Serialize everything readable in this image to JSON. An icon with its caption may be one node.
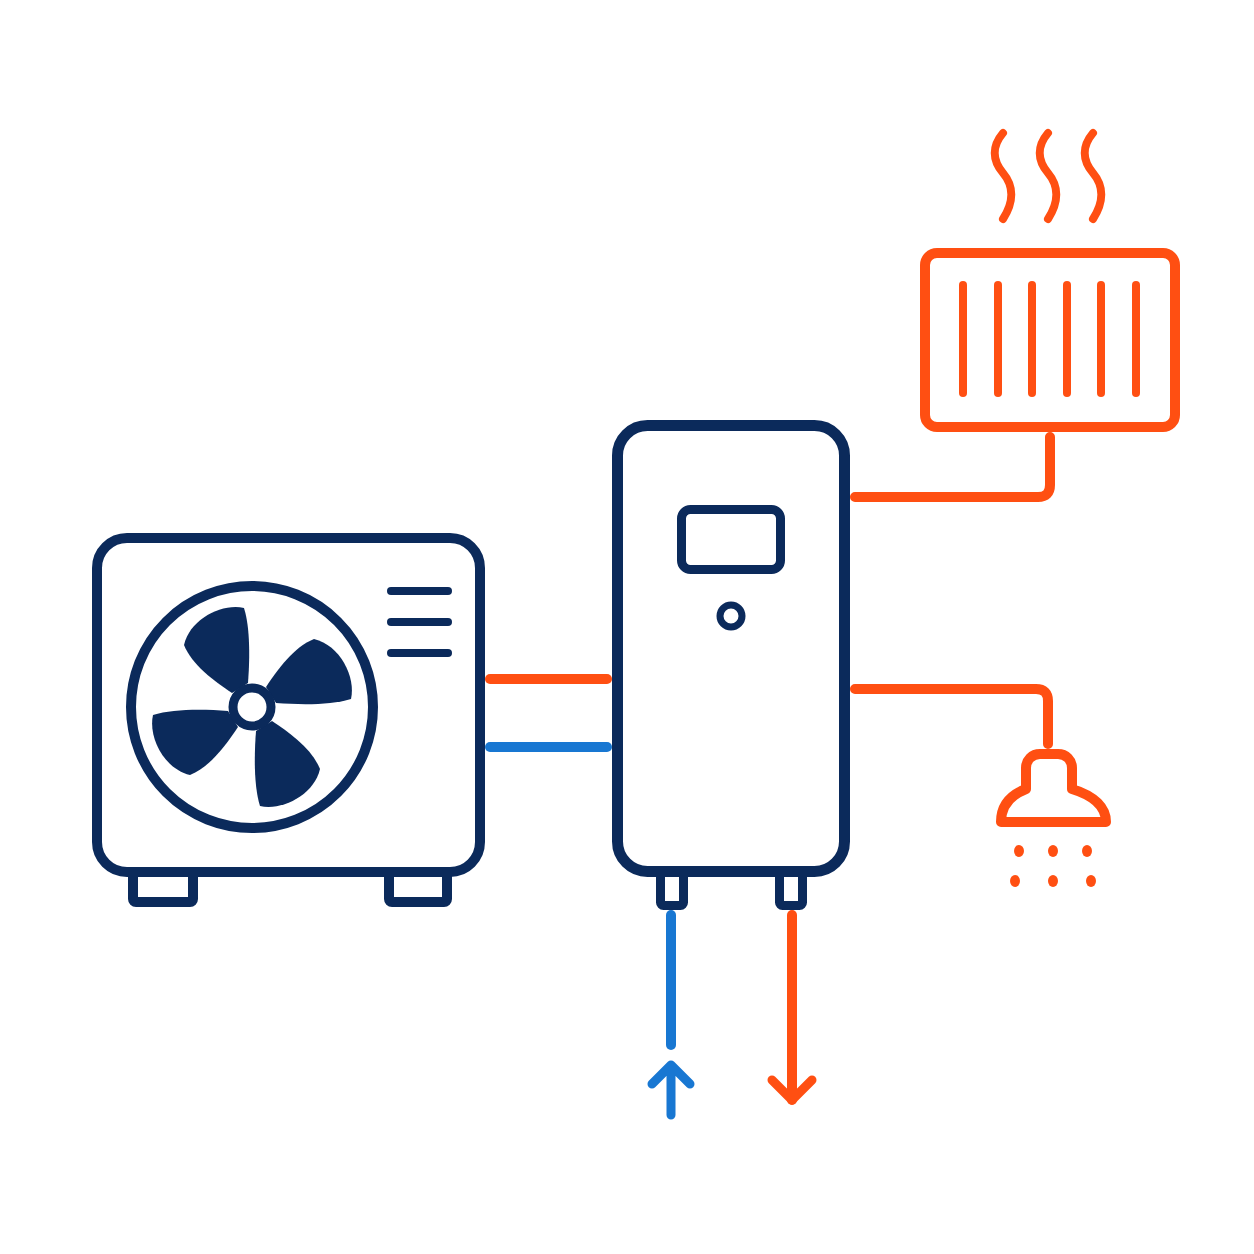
{
  "diagram": {
    "nodes": [
      {
        "text": [],
        "shape": "picture"
      },
      {
        "text": [],
        "shape": "picture"
      },
      {
        "text": [],
        "shape": "picture"
      },
      {
        "text": [],
        "shape": "picture"
      }
    ],
    "edges": [
      {
        "from": 0,
        "to": 1,
        "arrow": "none"
      },
      {
        "from": 0,
        "to": 1,
        "arrow": "none",
        "color": "#1877d2"
      },
      {
        "from": 1,
        "to": 2,
        "arrow": "none"
      },
      {
        "from": 1,
        "to": 3,
        "arrow": "none"
      },
      {
        "from": null,
        "to": 1,
        "arrow": "none",
        "color": "#1877d2"
      },
      {
        "from": 1,
        "to": null,
        "arrow": "to"
      }
    ]
  }
}
